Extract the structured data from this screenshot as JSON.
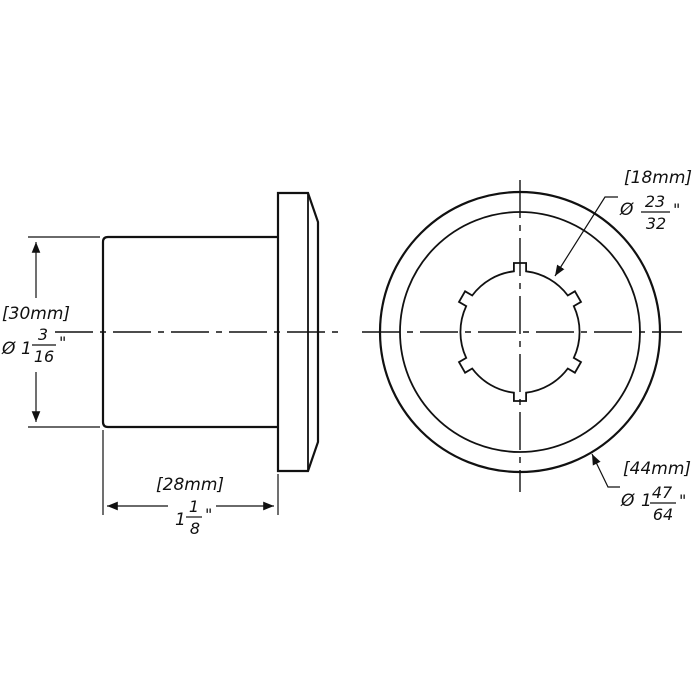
{
  "colors": {
    "line": "#111111",
    "background": "#ffffff"
  },
  "dimensions": {
    "outer_height": {
      "metric": "[30mm]",
      "symbol": "Ø",
      "whole": "1",
      "num": "3",
      "den": "16",
      "inch_mark": "\""
    },
    "length": {
      "metric": "[28mm]",
      "symbol": "",
      "whole": "1",
      "num": "1",
      "den": "8",
      "inch_mark": "\""
    },
    "bore": {
      "metric": "[18mm]",
      "symbol": "Ø",
      "whole": "",
      "num": "23",
      "den": "32",
      "inch_mark": "\""
    },
    "flange": {
      "metric": "[44mm]",
      "symbol": "Ø",
      "whole": "1",
      "num": "47",
      "den": "64",
      "inch_mark": "\""
    }
  }
}
